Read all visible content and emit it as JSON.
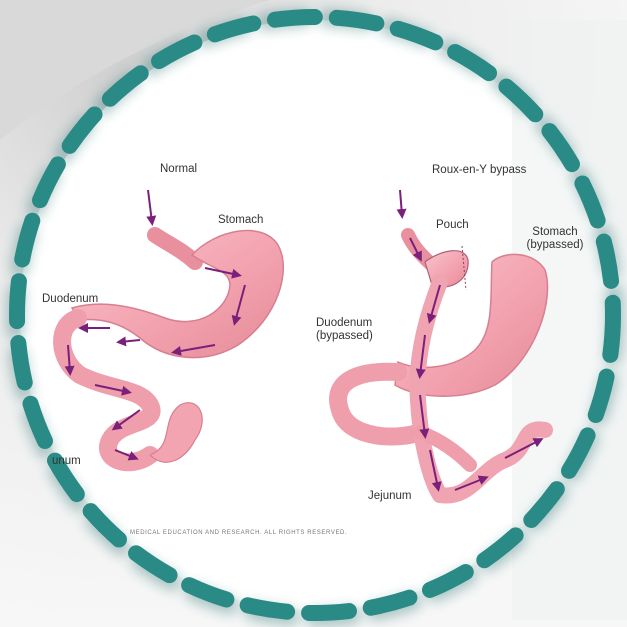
{
  "diagrams": {
    "normal": {
      "title": "Normal",
      "labels": {
        "stomach": "Stomach",
        "duodenum": "Duodenum",
        "jejunum": "unum"
      }
    },
    "bypass": {
      "title": "Roux-en-Y bypass",
      "labels": {
        "pouch": "Pouch",
        "stomach_line1": "Stomach",
        "stomach_line2": "(bypassed)",
        "duodenum_line1": "Duodenum",
        "duodenum_line2": "(bypassed)",
        "jejunum": "Jejunum"
      }
    }
  },
  "copyright": "MEDICAL EDUCATION AND RESEARCH. ALL RIGHTS RESERVED.",
  "colors": {
    "ring": "#2a8a86",
    "organ_fill": "#f4a9b4",
    "organ_stroke": "#d77f8f",
    "arrow": "#7a1f7a"
  }
}
